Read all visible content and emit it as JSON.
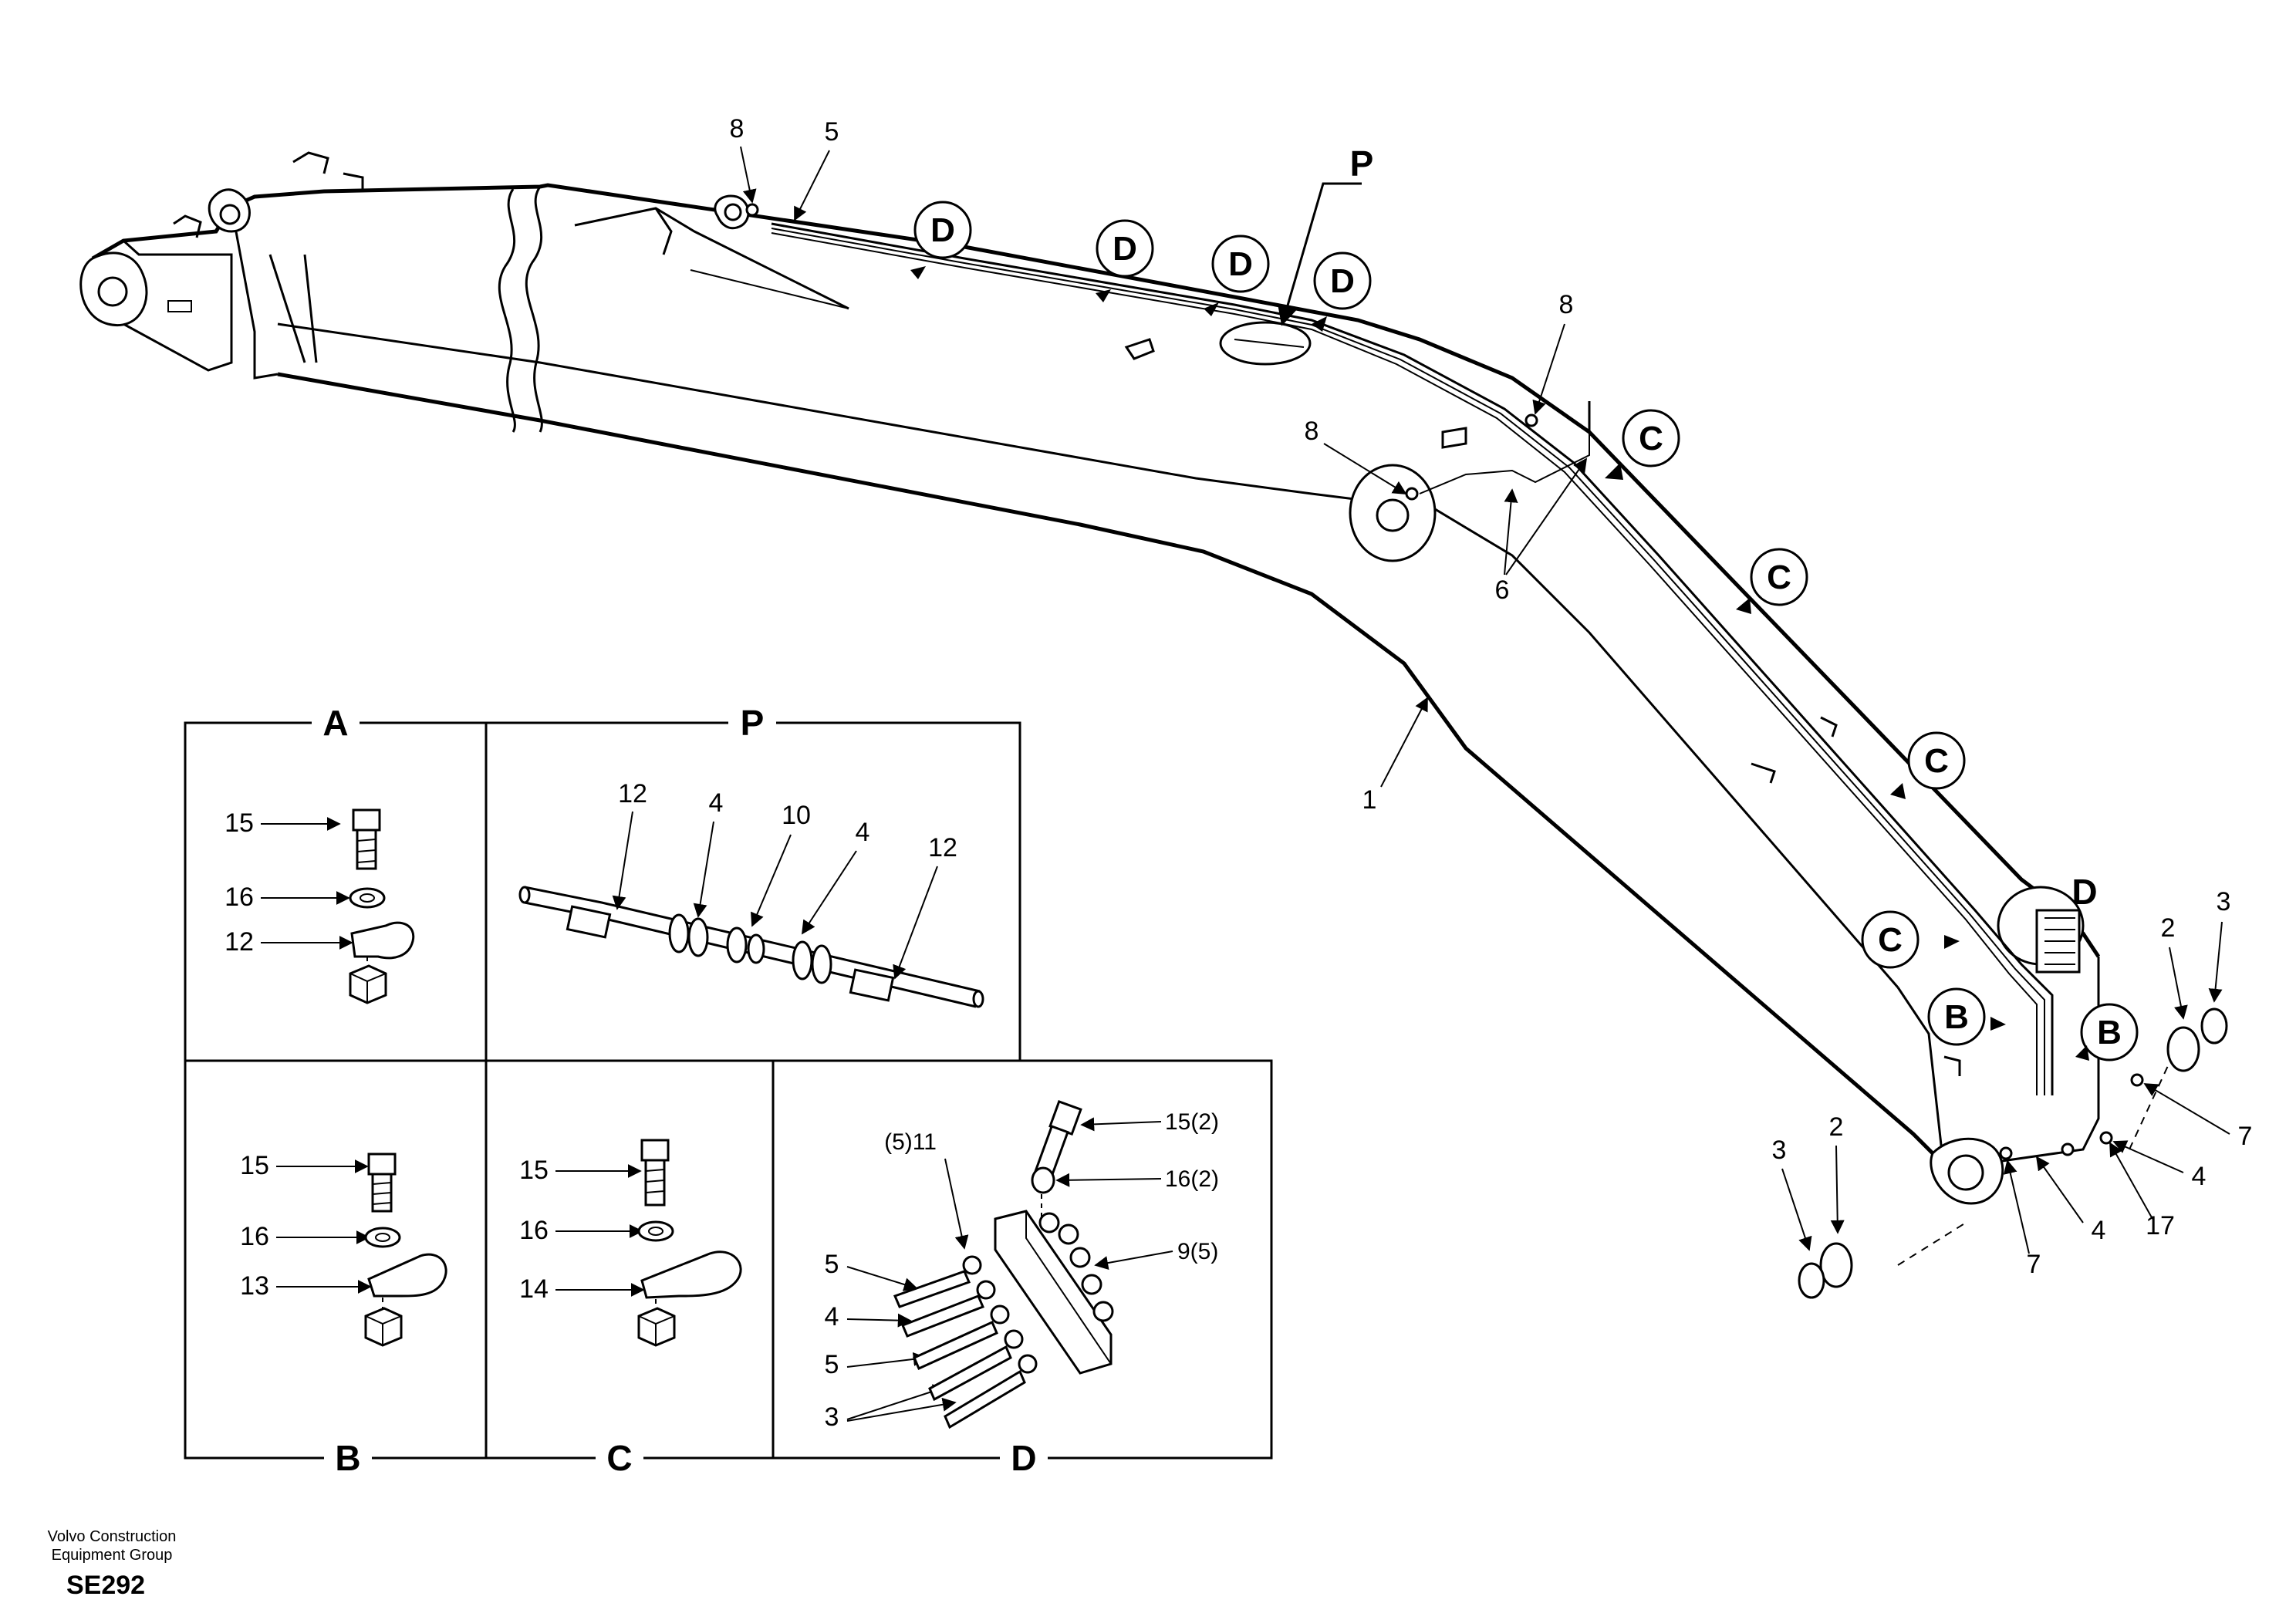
{
  "footer": {
    "company": "Volvo Construction Equipment Group",
    "code": "SE292"
  },
  "detail_headers": {
    "A": "A",
    "P": "P",
    "B": "B",
    "C": "C",
    "D": "D"
  },
  "main_callouts": {
    "circles": [
      "D",
      "D",
      "D",
      "D",
      "C",
      "C",
      "C",
      "C",
      "B",
      "B"
    ],
    "P": "P",
    "D_end": "D",
    "n8a": "8",
    "n5": "5",
    "n8b": "8",
    "n8c": "8",
    "n6": "6",
    "n1": "1",
    "n2a": "2",
    "n3a": "3",
    "n7a": "7",
    "n4a": "4",
    "n3b": "3",
    "n2b": "2",
    "n4b": "4",
    "n17": "17",
    "n7b": "7"
  },
  "panel_A": {
    "p15": "15",
    "p16": "16",
    "p12": "12"
  },
  "panel_P": {
    "p12a": "12",
    "p4a": "4",
    "p10": "10",
    "p4b": "4",
    "p12b": "12"
  },
  "panel_B": {
    "p15": "15",
    "p16": "16",
    "p13": "13"
  },
  "panel_C": {
    "p15": "15",
    "p16": "16",
    "p14": "14"
  },
  "panel_D": {
    "p15": "15(2)",
    "p16": "16(2)",
    "p9": "9(5)",
    "p11": "(5)11",
    "p5a": "5",
    "p4": "4",
    "p5b": "5",
    "p3": "3"
  }
}
